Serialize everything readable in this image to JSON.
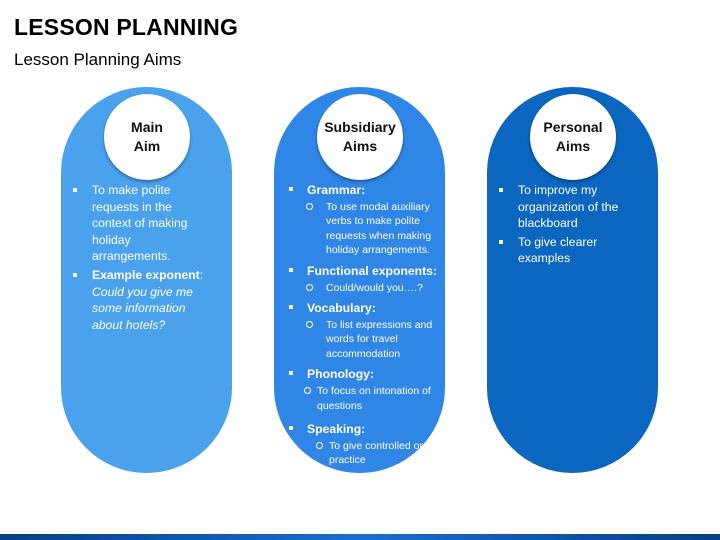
{
  "title": "LESSON PLANNING",
  "subtitle": "Lesson Planning Aims",
  "colors": {
    "col1": "#4aa2ec",
    "col2": "#2f86e6",
    "col3": "#0a66bf"
  },
  "col1": {
    "heading_line1": "Main",
    "heading_line2": "Aim",
    "bullet1": "To make polite requests in the context of making holiday arrangements.",
    "bullet2_label": "Example exponent",
    "bullet2_colon": ":",
    "bullet2_italic": "Could you give me some information about hotels?"
  },
  "col2": {
    "heading_line1": "Subsidiary",
    "heading_line2": "Aims",
    "sections": [
      {
        "label": "Grammar:",
        "items": [
          "To use modal auxiliary verbs to make polite requests when making holiday arrangements."
        ]
      },
      {
        "label": "Functional exponents:",
        "items": [
          "Could/would you….?"
        ]
      },
      {
        "label": "Vocabulary:",
        "items": [
          "To list expressions and words for travel accommodation"
        ]
      },
      {
        "label": "Phonology:",
        "items": [
          "To focus on intonation of questions"
        ]
      },
      {
        "label": "Speaking:",
        "items": [
          "To give controlled oral practice"
        ]
      }
    ]
  },
  "col3": {
    "heading_line1": "Personal",
    "heading_line2": "Aims",
    "bullet1": "To improve my organization of the blackboard",
    "bullet2": "To give clearer examples"
  }
}
